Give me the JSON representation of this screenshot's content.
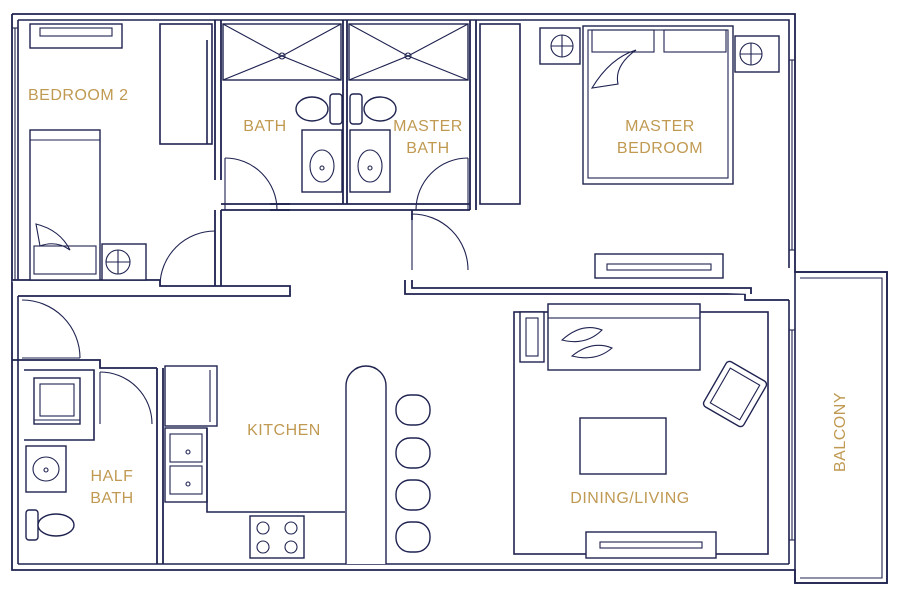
{
  "colors": {
    "line": "#1f2350",
    "label": "#c09a52",
    "background": "#ffffff"
  },
  "rooms": {
    "bedroom2": "BEDROOM 2",
    "bath": "BATH",
    "master_bath": "MASTER\nBATH",
    "master_bedroom": "MASTER\nBEDROOM",
    "kitchen": "KITCHEN",
    "half_bath": "HALF\nBATH",
    "dining_living": "DINING/LIVING",
    "balcony": "BALCONY"
  },
  "icons": [
    "lamp-icon",
    "bed-icon",
    "toilet-icon",
    "sink-icon",
    "shower-icon",
    "door-swing-icon",
    "stool-icon",
    "range-icon",
    "sofa-icon",
    "armchair-icon",
    "table-icon",
    "tv-icon",
    "washer-dryer-icon",
    "fridge-icon"
  ]
}
